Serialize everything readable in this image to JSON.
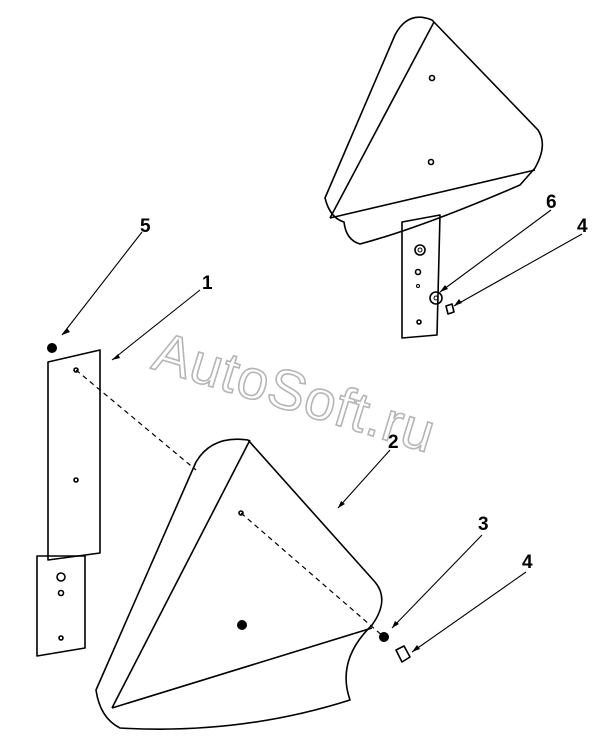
{
  "watermark": "AutoSoft.ru",
  "callouts": {
    "c1": "1",
    "c2": "2",
    "c3": "3",
    "c4a": "4",
    "c4b": "4",
    "c5": "5",
    "c6": "6"
  }
}
